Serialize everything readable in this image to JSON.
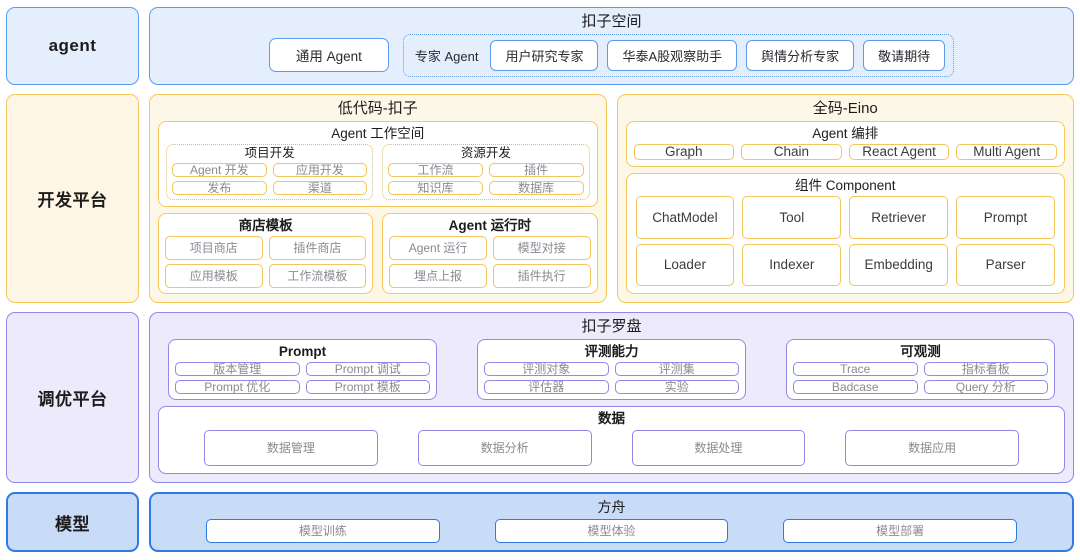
{
  "theme": {
    "blue_border": "#5a9cf0",
    "blue_fill": "#e4eefc",
    "yellow_border": "#f5c95b",
    "yellow_fill": "#fdf7e8",
    "purple_border": "#8f8ae8",
    "purple_fill": "#eceafb",
    "deepblue_border": "#2f7ae5",
    "deepblue_fill": "#c9dcf7",
    "chip_text": "#8a8a92"
  },
  "lanes": {
    "agent": {
      "label": "agent",
      "panel_title": "扣子空间",
      "general_agent": "通用 Agent",
      "expert_label": "专家 Agent",
      "experts": [
        "用户研究专家",
        "华泰A股观察助手",
        "舆情分析专家",
        "敬请期待"
      ]
    },
    "dev": {
      "label": "开发平台",
      "lowcode": {
        "title": "低代码-扣子",
        "workspace": {
          "title": "Agent 工作空间",
          "groups": [
            {
              "title": "项目开发",
              "items": [
                "Agent 开发",
                "应用开发",
                "发布",
                "渠道"
              ]
            },
            {
              "title": "资源开发",
              "items": [
                "工作流",
                "插件",
                "知识库",
                "数据库"
              ]
            }
          ]
        },
        "cards": [
          {
            "title": "商店模板",
            "items": [
              "项目商店",
              "插件商店",
              "应用模板",
              "工作流模板"
            ]
          },
          {
            "title": "Agent 运行时",
            "items": [
              "Agent 运行",
              "模型对接",
              "埋点上报",
              "插件执行"
            ]
          }
        ]
      },
      "eino": {
        "title": "全码-Eino",
        "cards": [
          {
            "title": "Agent 编排",
            "items": [
              "Graph",
              "Chain",
              "React Agent",
              "Multi Agent"
            ]
          },
          {
            "title": "组件 Component",
            "items": [
              "ChatModel",
              "Tool",
              "Retriever",
              "Prompt",
              "Loader",
              "Indexer",
              "Embedding",
              "Parser"
            ]
          }
        ]
      }
    },
    "tune": {
      "label": "调优平台",
      "panel_title": "扣子罗盘",
      "cards": [
        {
          "title": "Prompt",
          "items": [
            "版本管理",
            "Prompt 调试",
            "Prompt 优化",
            "Prompt 模板"
          ]
        },
        {
          "title": "评测能力",
          "items": [
            "评测对象",
            "评测集",
            "评估器",
            "实验"
          ]
        },
        {
          "title": "可观测",
          "items": [
            "Trace",
            "指标看板",
            "Badcase",
            "Query 分析"
          ]
        }
      ],
      "data_card": {
        "title": "数据",
        "items": [
          "数据管理",
          "数据分析",
          "数据处理",
          "数据应用"
        ]
      }
    },
    "model": {
      "label": "模型",
      "panel_title": "方舟",
      "items": [
        "模型训练",
        "模型体验",
        "模型部署"
      ]
    }
  }
}
